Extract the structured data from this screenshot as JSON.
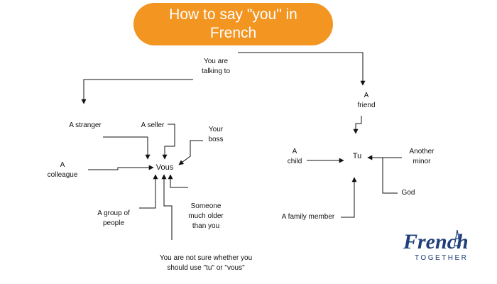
{
  "title": {
    "line1": "How to say \"you\" in",
    "line2": "French"
  },
  "root": {
    "line1": "You are",
    "line2": "talking to"
  },
  "vous_branch": {
    "hub": "Vous",
    "stranger": "A stranger",
    "seller": "A seller",
    "boss": {
      "line1": "Your",
      "line2": "boss"
    },
    "colleague": {
      "line1": "A",
      "line2": "colleague"
    },
    "group": {
      "line1": "A group of",
      "line2": "people"
    },
    "older": {
      "line1": "Someone",
      "line2": "much older",
      "line3": "than you"
    },
    "unsure": {
      "line1": "You are not sure whether you",
      "line2": "should use \"tu\" or \"vous\""
    }
  },
  "tu_branch": {
    "friend": {
      "line1": "A",
      "line2": "friend"
    },
    "hub": "Tu",
    "child": {
      "line1": "A",
      "line2": "child"
    },
    "minor": {
      "line1": "Another",
      "line2": "minor"
    },
    "god": "God",
    "family": "A family member"
  },
  "logo": {
    "word": "French",
    "tagline": "TOGETHER"
  },
  "colors": {
    "accent": "#f39521",
    "logo_blue": "#1f3f7a",
    "line": "#111111"
  }
}
